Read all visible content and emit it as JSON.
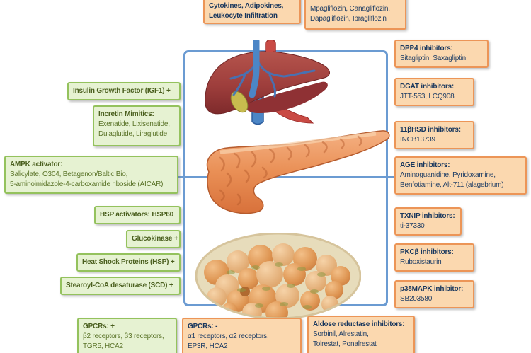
{
  "diagram": {
    "top_boxes": [
      {
        "lines": [
          "Cytokines, Adipokines,",
          "Leukocyte Infiltration"
        ]
      },
      {
        "lines": [
          "Mpagliflozin, Canagliflozin,",
          "Dapagliflozin, Ipragliflozin"
        ]
      }
    ],
    "left_boxes": [
      {
        "header": "Insulin Growth Factor (IGF1) +",
        "lines": []
      },
      {
        "header": "Incretin Mimitics:",
        "lines": [
          "Exenatide, Lixisenatide,",
          "Dulaglutide, Liraglutide"
        ]
      },
      {
        "header": "AMPK activator:",
        "lines": [
          "Salicylate, O304, Betagenon/Baltic Bio,",
          "5-aminoimidazole-4-carboxamide riboside (AICAR)"
        ]
      },
      {
        "header": "HSP activators: HSP60",
        "lines": []
      },
      {
        "header": "Glucokinase +",
        "lines": []
      },
      {
        "header": "Heat Shock Proteins (HSP) +",
        "lines": []
      },
      {
        "header": "Stearoyl-CoA desaturase (SCD) +",
        "lines": []
      }
    ],
    "right_boxes": [
      {
        "header": "DPP4 inhibitors:",
        "lines": [
          "Sitagliptin, Saxagliptin"
        ]
      },
      {
        "header": "DGAT inhibitors:",
        "lines": [
          "JTT-553, LCQ908"
        ]
      },
      {
        "header": "11βHSD inhibitors:",
        "lines": [
          "INCB13739"
        ]
      },
      {
        "header": "AGE inhibitors:",
        "lines": [
          "Aminoguanidine, Pyridoxamine,",
          "Benfotiamine, Alt-711 (alagebrium)"
        ]
      },
      {
        "header": "TXNIP inhibitors:",
        "lines": [
          "ti-37330"
        ]
      },
      {
        "header": "PKCβ inhibitors:",
        "lines": [
          "Ruboxistaurin"
        ]
      },
      {
        "header": "p38MAPK inhibitor:",
        "lines": [
          "SB203580"
        ]
      }
    ],
    "bottom_boxes": [
      {
        "header": "GPCRs: +",
        "lines": [
          "β2 receptors, β3 receptors,",
          "TGR5, HCA2"
        ]
      },
      {
        "header": "GPCRs: -",
        "lines": [
          "α1 receptors, α2 receptors,",
          "EP3R, HCA2"
        ]
      },
      {
        "header": "Aldose reductase  inhibitors:",
        "lines": [
          "Sorbinil, Alrestatin,",
          "Tolrestat, Ponalrestat"
        ]
      }
    ],
    "illustrations": [
      "liver",
      "pancreas",
      "islet-cells"
    ],
    "colors": {
      "green_fill": "#E6F2D2",
      "green_border": "#94C25D",
      "green_text": "#4F6228",
      "orange_fill": "#FBD8AF",
      "orange_border": "#EC9557",
      "orange_text": "#17365D",
      "frame_blue": "#6B9BD2"
    }
  }
}
